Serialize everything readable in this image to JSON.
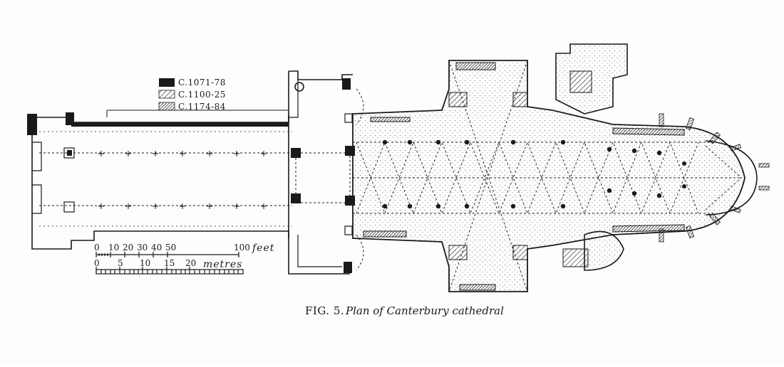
{
  "legend": {
    "items": [
      {
        "label": "C.1071-78",
        "fill": "solid"
      },
      {
        "label": "C.1100-25",
        "fill": "hatch-light"
      },
      {
        "label": "C.1174-84",
        "fill": "hatch-dense"
      }
    ]
  },
  "scale_feet": {
    "ticks": [
      "0",
      "10",
      "20",
      "30",
      "40",
      "50",
      "100"
    ],
    "unit": "feet"
  },
  "scale_metres": {
    "ticks": [
      "0",
      "5",
      "10",
      "15",
      "20"
    ],
    "unit": "metres"
  },
  "caption": {
    "fig": "FIG. 5.",
    "title": "Plan of Canterbury cathedral"
  },
  "colors": {
    "ink": "#1a1a1a",
    "paper": "#fdfdfc",
    "stipple": "#777777"
  }
}
